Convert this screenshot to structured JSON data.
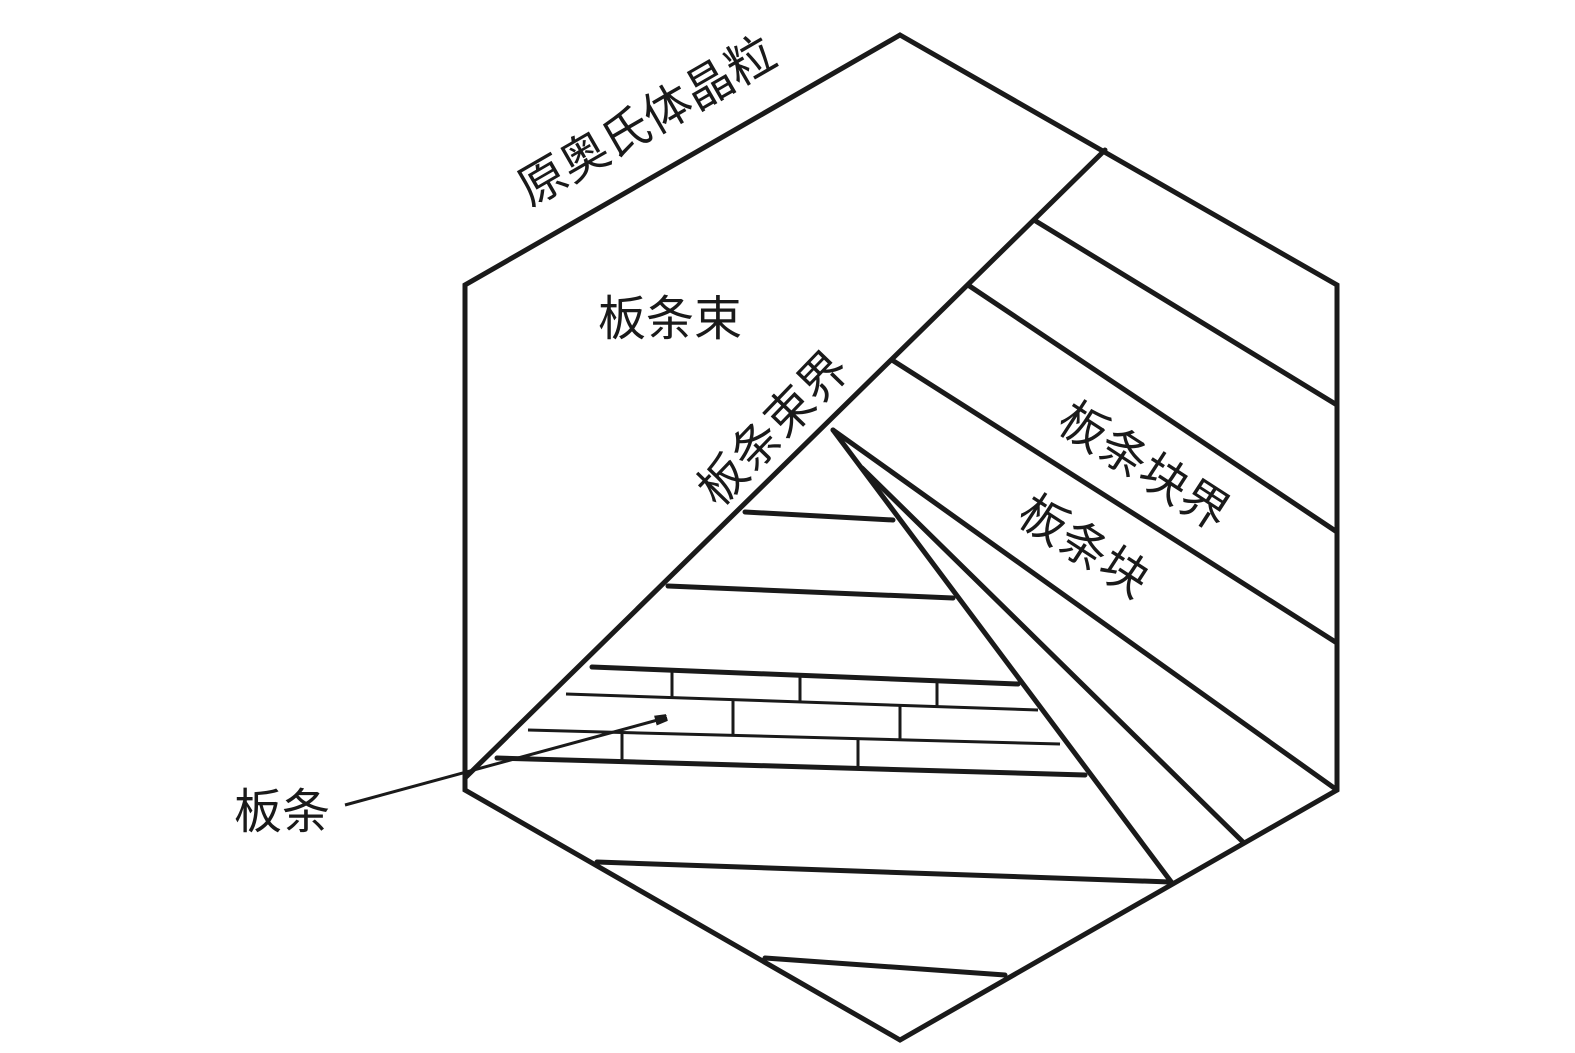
{
  "labels": {
    "prior_austenite_grain": "原奥氏体晶粒",
    "packet": "板条束",
    "packet_boundary": "板条束界",
    "block_boundary": "板条块界",
    "block": "板条块",
    "lath": "板条"
  },
  "colors": {
    "line": "#1a1a1a",
    "background": "#ffffff"
  }
}
